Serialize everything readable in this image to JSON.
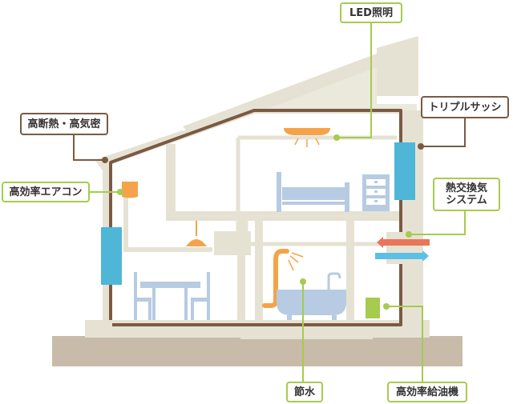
{
  "labels": {
    "insulation": "高断熱・高気密",
    "led": "LED照明",
    "triple_sash": "トリプルサッシ",
    "aircon": "高効率エアコン",
    "ventilation_line1": "熱交換気",
    "ventilation_line2": "システム",
    "water_saving": "節水",
    "boiler": "高効率給油機"
  },
  "colors": {
    "frame": "#7a5a43",
    "structure": "#e6e2d3",
    "ground": "#c9bba9",
    "window": "#4fb6d8",
    "accent_orange": "#f5a34a",
    "furniture": "#b7cbe2",
    "boiler": "#a6cb4f",
    "arrow_warm": "#e8765a",
    "arrow_cool": "#5bbfe6",
    "callout_green": "#a6cb4f",
    "callout_brown": "#7a5a43"
  }
}
